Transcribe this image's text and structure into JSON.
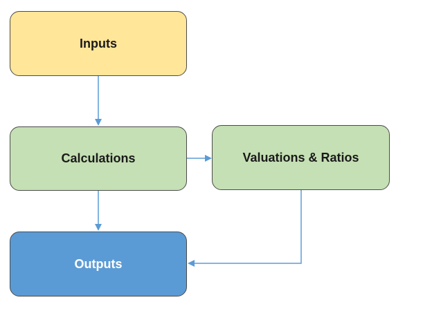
{
  "nodes": {
    "inputs": {
      "label": "Inputs"
    },
    "calculations": {
      "label": "Calculations"
    },
    "valuations": {
      "label": "Valuations & Ratios"
    },
    "outputs": {
      "label": "Outputs"
    }
  },
  "colors": {
    "inputs_fill": "#ffe699",
    "calculations_fill": "#c5e0b4",
    "valuations_fill": "#c5e0b4",
    "outputs_fill": "#5b9bd5",
    "connector": "#5b9bd5",
    "border": "#4a4a4a"
  },
  "edges": [
    {
      "from": "inputs",
      "to": "calculations"
    },
    {
      "from": "calculations",
      "to": "valuations"
    },
    {
      "from": "calculations",
      "to": "outputs"
    },
    {
      "from": "valuations",
      "to": "outputs"
    }
  ]
}
